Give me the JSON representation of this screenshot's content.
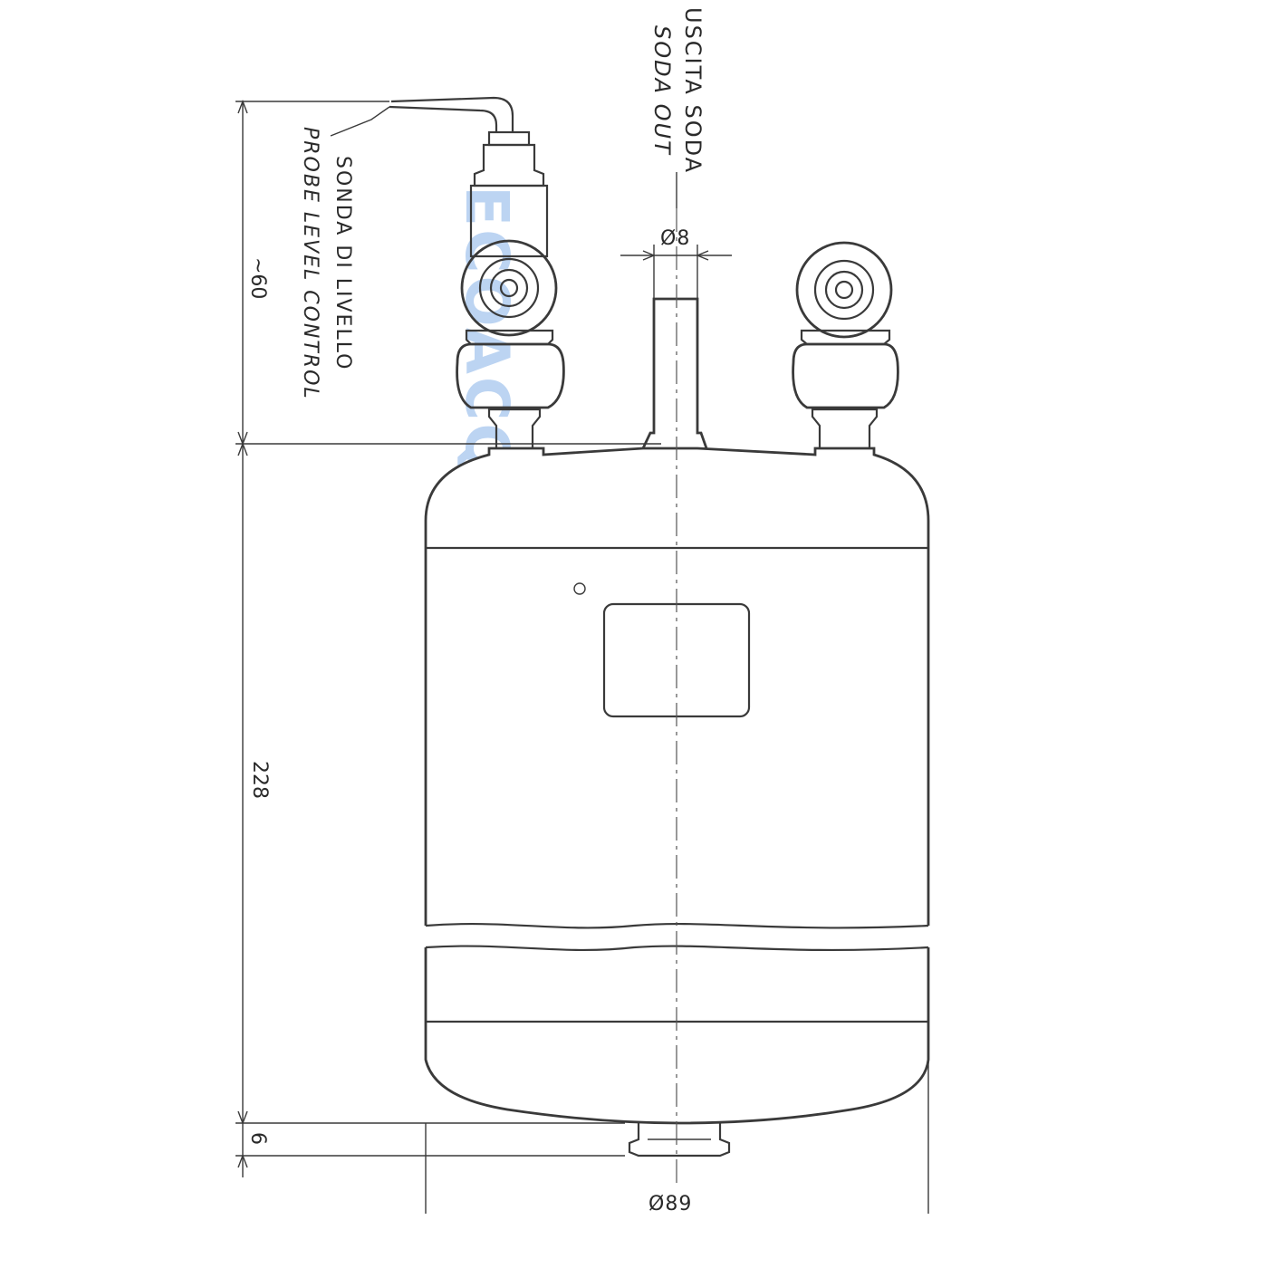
{
  "labels": {
    "probe_it": "SONDA DI LIVELLO",
    "probe_en": "PROBE LEVEL CONTROL",
    "outlet_it": "USCITA SODA",
    "outlet_en": "SODA OUT"
  },
  "dimensions": {
    "probe_height": "~60",
    "body_height": "228",
    "base_height": "6",
    "outlet_diameter": "Ø8",
    "body_diameter": "Ø89"
  },
  "watermark": "ECOACQUAITALIA",
  "colors": {
    "line": "#3a3a3a",
    "watermark": "#bcd4f2"
  }
}
